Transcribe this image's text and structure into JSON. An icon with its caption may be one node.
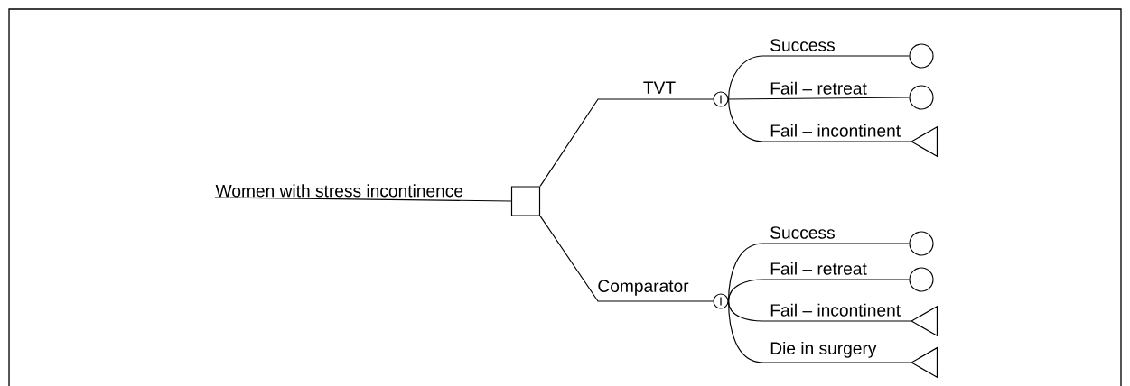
{
  "diagram": {
    "nodes": [
      {
        "text": [
          "Women with stress incontinence"
        ]
      },
      {
        "text": [],
        "shape": "box"
      },
      {
        "text": [
          "I"
        ]
      },
      {
        "text": [
          "I"
        ]
      },
      {
        "text": [],
        "shape": "circle"
      },
      {
        "text": [],
        "shape": "circle"
      },
      {
        "text": [],
        "shape": "triangle"
      },
      {
        "text": [],
        "shape": "circle"
      },
      {
        "text": [],
        "shape": "circle"
      },
      {
        "text": [],
        "shape": "triangle"
      },
      {
        "text": [],
        "shape": "triangle"
      }
    ],
    "edges": [
      {
        "from": 0,
        "to": 1,
        "arrow": "none"
      },
      {
        "from": 1,
        "to": 2,
        "arrow": "none",
        "label": "TVT"
      },
      {
        "from": 1,
        "to": 3,
        "arrow": "none",
        "label": "Comparator"
      },
      {
        "from": 2,
        "to": 4,
        "arrow": "none",
        "label": "Success"
      },
      {
        "from": 2,
        "to": 5,
        "arrow": "none",
        "label": "Fail – retreat"
      },
      {
        "from": 2,
        "to": 6,
        "arrow": "none",
        "label": "Fail – incontinent"
      },
      {
        "from": 3,
        "to": 7,
        "arrow": "none",
        "label": "Success"
      },
      {
        "from": 3,
        "to": 8,
        "arrow": "none",
        "label": "Fail – retreat"
      },
      {
        "from": 3,
        "to": 9,
        "arrow": "none",
        "label": "Fail – incontinent"
      },
      {
        "from": 3,
        "to": 10,
        "arrow": "none",
        "label": "Die in surgery"
      }
    ]
  }
}
